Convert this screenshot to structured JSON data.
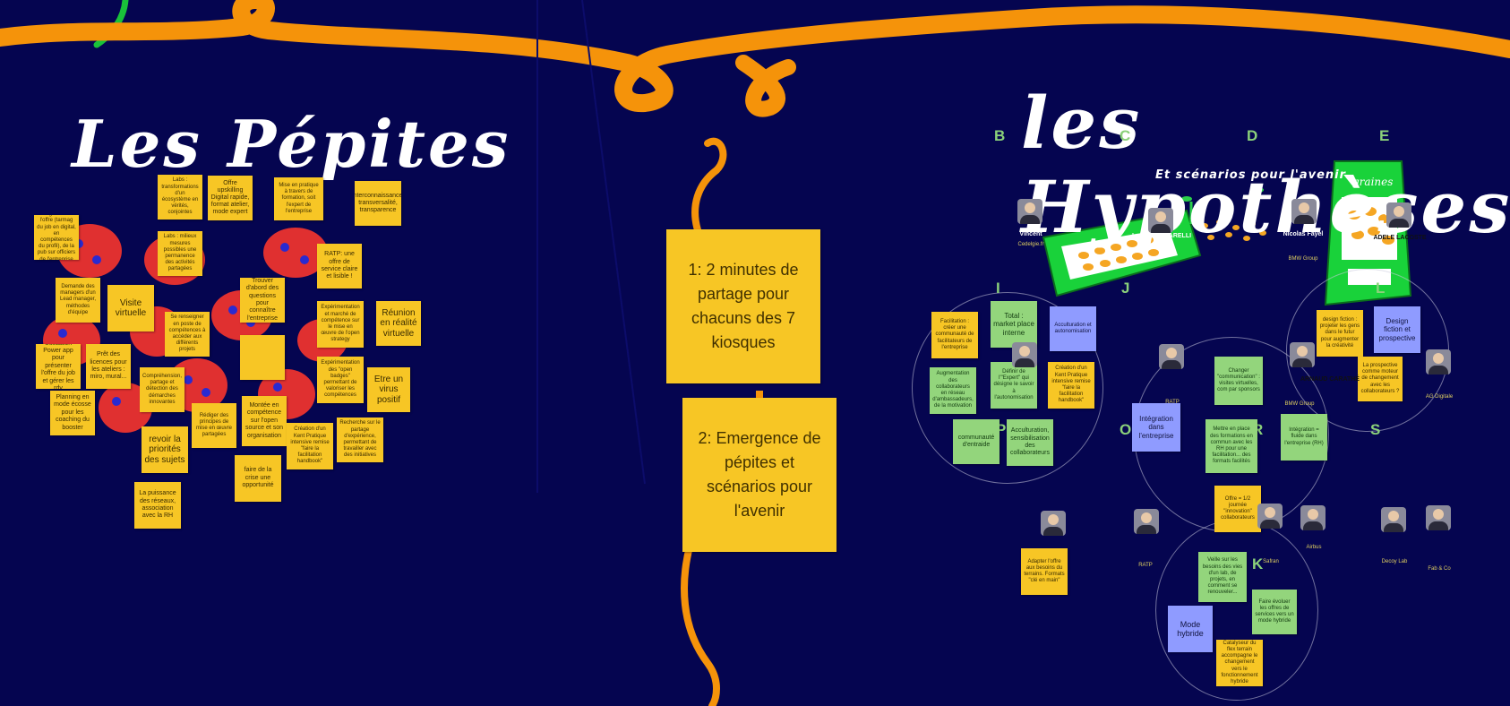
{
  "board": {
    "left_title": "Les Pépites",
    "right_title": "les Hypothèses",
    "right_subtitle": "Et scénarios pour l'avenir",
    "seed_bag_label": "graines"
  },
  "center_notes": {
    "step1": "1: 2 minutes de partage pour chacuns des 7 kiosques",
    "step2": "2: Emergence de pépites et scénarios pour l'avenir"
  },
  "left_notes": {
    "n1": "Intégration de l'offre (tarmag du job en digital, en compétences du profil), de la pub sur officiers de l'entreprise",
    "n2": "Labs : transformations d'un écosystème en vérités, conjointes",
    "n3": "Offre upskilling Digital rapide, format atelier, mode expert",
    "n4": "Mise en pratique à travers de formation, soit l'expert de l'entreprise",
    "n5": "Interconnaissance, transversalité, transparence",
    "n6": "Labs : milieux mesures possibles une permanence des activités partagées",
    "n7": "Demande des managers d'un Lead manager, méthodes d'équipe",
    "n8": "Visite virtuelle",
    "n9": "Trouver d'abord des questions pour connaître l'entreprise",
    "n10": "RATP: une offre de service claire et lisible !",
    "n11": "Se renseigner en poste de compétences à accéder aux différents projets",
    "n12": "Utilisation Power app pour présenter l'offre du job et gérer les rdv",
    "n13": "Prêt des licences pour les ateliers : miro, mural...",
    "n14": "Expérimentation et marché de compétence sur le mise en œuvre de l'open strategy",
    "n15": "Réunion en réalité virtuelle",
    "n16": "Compréhension, partage et détection des démarches innovantes",
    "n17": "Expérimentation des \"open badges\" permettant de valoriser les compétences",
    "n18": "Etre un virus positif",
    "n19": "Planning en mode écosse pour les coaching du booster",
    "n20": "Rédiger des principes de mise en œuvre partagées",
    "n21": "Montée en compétence sur l'open source et son organisation",
    "n22": "revoir la priorités des sujets",
    "n23": "Création d'un Kent Pratique intensive remise \"faire la facilitation handbook\"",
    "n24": "Recherche sur le partage d'expérience, permettant de travailler avec des initiatives",
    "n25": "faire de la crise une opportunité",
    "n26": "La puissance des réseaux, association avec la RH"
  },
  "right_letters": [
    "B",
    "C",
    "D",
    "E",
    "I",
    "J",
    "L",
    "O",
    "P",
    "R",
    "S",
    "K"
  ],
  "right_notes": {
    "h1": "Facilitation : créer une communauté de facilitateurs de l'entreprise",
    "h2": "Total : market place interne",
    "h3": "Acculturation et autonomisation",
    "h4": "Augmentation des collaborateurs en réseau d'ambassadeurs, de la motivation",
    "h5": "Définir de l'\"Expert\" qui désigne le savoir à l'autonomisation",
    "h6": "Création d'un Kent Pratique intensive remise \"faire la facilitation handbook\"",
    "h7": "communauté d'entraide",
    "h8": "Acculturation, sensibilisation des collaborateurs",
    "h9": "design fiction : projeter les gens dans le futur pour augmenter la créativité",
    "h10": "Design fiction et prospective",
    "h11": "Changer \"communication\" : visites virtuelles, com par sponsors",
    "h12": "La prospective comme moteur de changement avec les collaborateurs ?",
    "h13": "Intégration dans l'entreprise",
    "h14": "Mettre en place des formations en commun avec les RH pour une facilitation... des formats facilités",
    "h15": "Intégration = fluide dans l'entreprise (RH)",
    "h16": "Offre = 1/2 journée \"innovation\" collaborateurs",
    "h17": "Adapter l'offre aux besoins du terrains. Formats \"clé en main\"",
    "h18": "Veille sur les besoins des vies d'un lab, de projets, en comment se renouveler...",
    "h19": "Faire évoluer les offres de services vers un mode hybride",
    "h20": "Mode hybride",
    "h21": "Catalyseur du flex terrain accompagne le changement vers le fonctionnement hybride"
  },
  "people": {
    "p1": "Vincent",
    "p1_org": "Cedelgie.fr",
    "p2": "Laura CECCARELLI",
    "p3": "Nicolas Fayel",
    "p3_org": "BMW Group",
    "p4": "ADELE LACOSTE",
    "p5": "ARNAUD CARATHÉ",
    "p6_org": "RATP",
    "p7_org": "BMW Group",
    "p8_org": "AG Digitale",
    "p9_org": "RATP",
    "p10_org": "Safran",
    "p11_org": "Airbus",
    "p12_org": "Decoy Lab",
    "p13_org": "Fab & Co"
  }
}
